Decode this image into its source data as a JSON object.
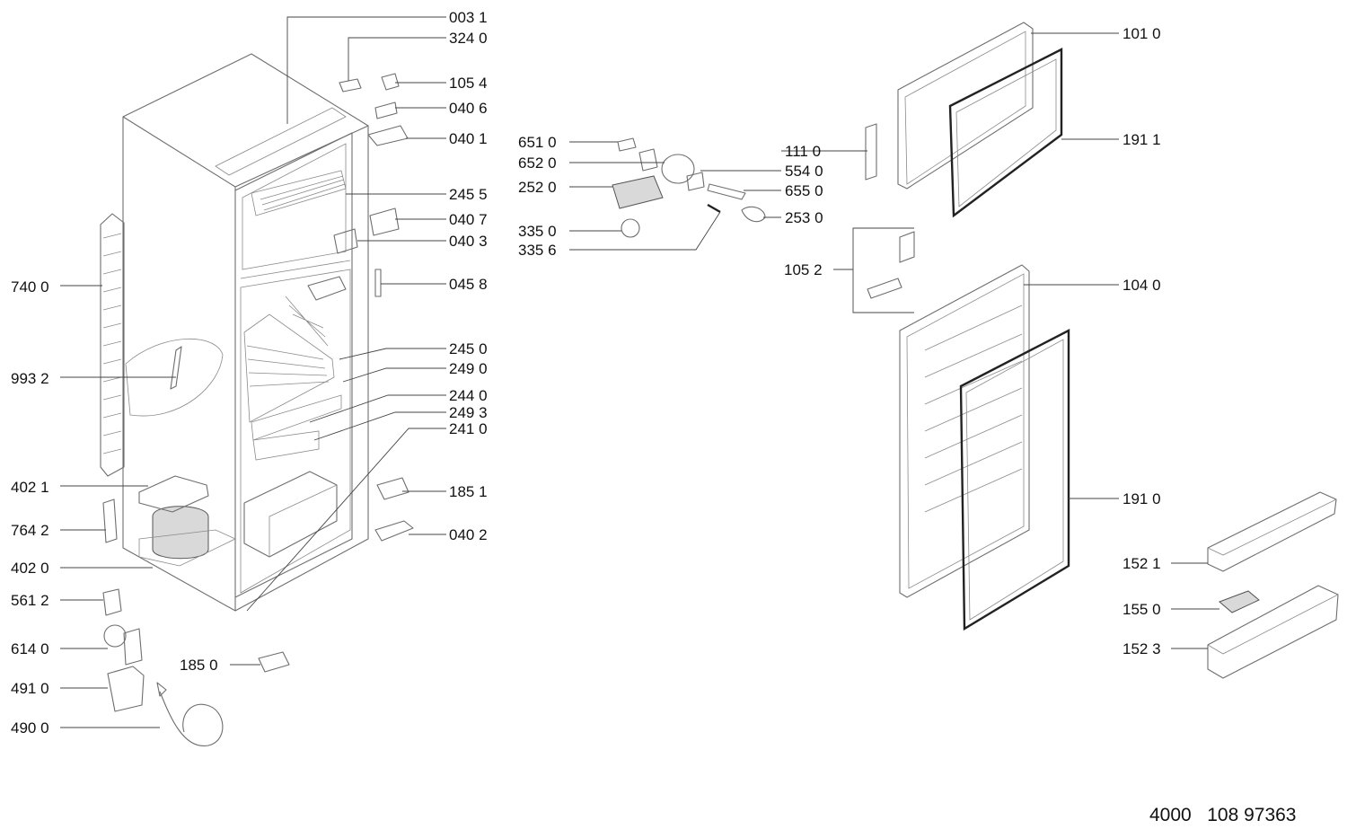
{
  "diagram": {
    "labels": {
      "l0031": "003 1",
      "l3240": "324 0",
      "l1054": "105 4",
      "l0406": "040 6",
      "l0401": "040 1",
      "l2455": "245 5",
      "l0407": "040 7",
      "l0403": "040 3",
      "l0458": "045 8",
      "l2450": "245 0",
      "l2490": "249 0",
      "l2440": "244 0",
      "l2493": "249 3",
      "l2410": "241 0",
      "l1851": "185 1",
      "l0402": "040 2",
      "l7400": "740 0",
      "l9932": "993 2",
      "l4021": "402 1",
      "l7642": "764 2",
      "l4020": "402 0",
      "l5612": "561 2",
      "l6140": "614 0",
      "l4910": "491 0",
      "l4900": "490 0",
      "l1850": "185 0",
      "l6510": "651 0",
      "l6520": "652 0",
      "l2520": "252 0",
      "l3350": "335 0",
      "l3356": "335 6",
      "l1110": "111 0",
      "l5540": "554 0",
      "l6550": "655 0",
      "l2530": "253 0",
      "l1052": "105 2",
      "l1010": "101 0",
      "l1911": "191 1",
      "l1040": "104 0",
      "l1910": "191 0",
      "l1521": "152 1",
      "l1550": "155 0",
      "l1523": "152 3"
    },
    "document_id": "4000   108 97363"
  }
}
